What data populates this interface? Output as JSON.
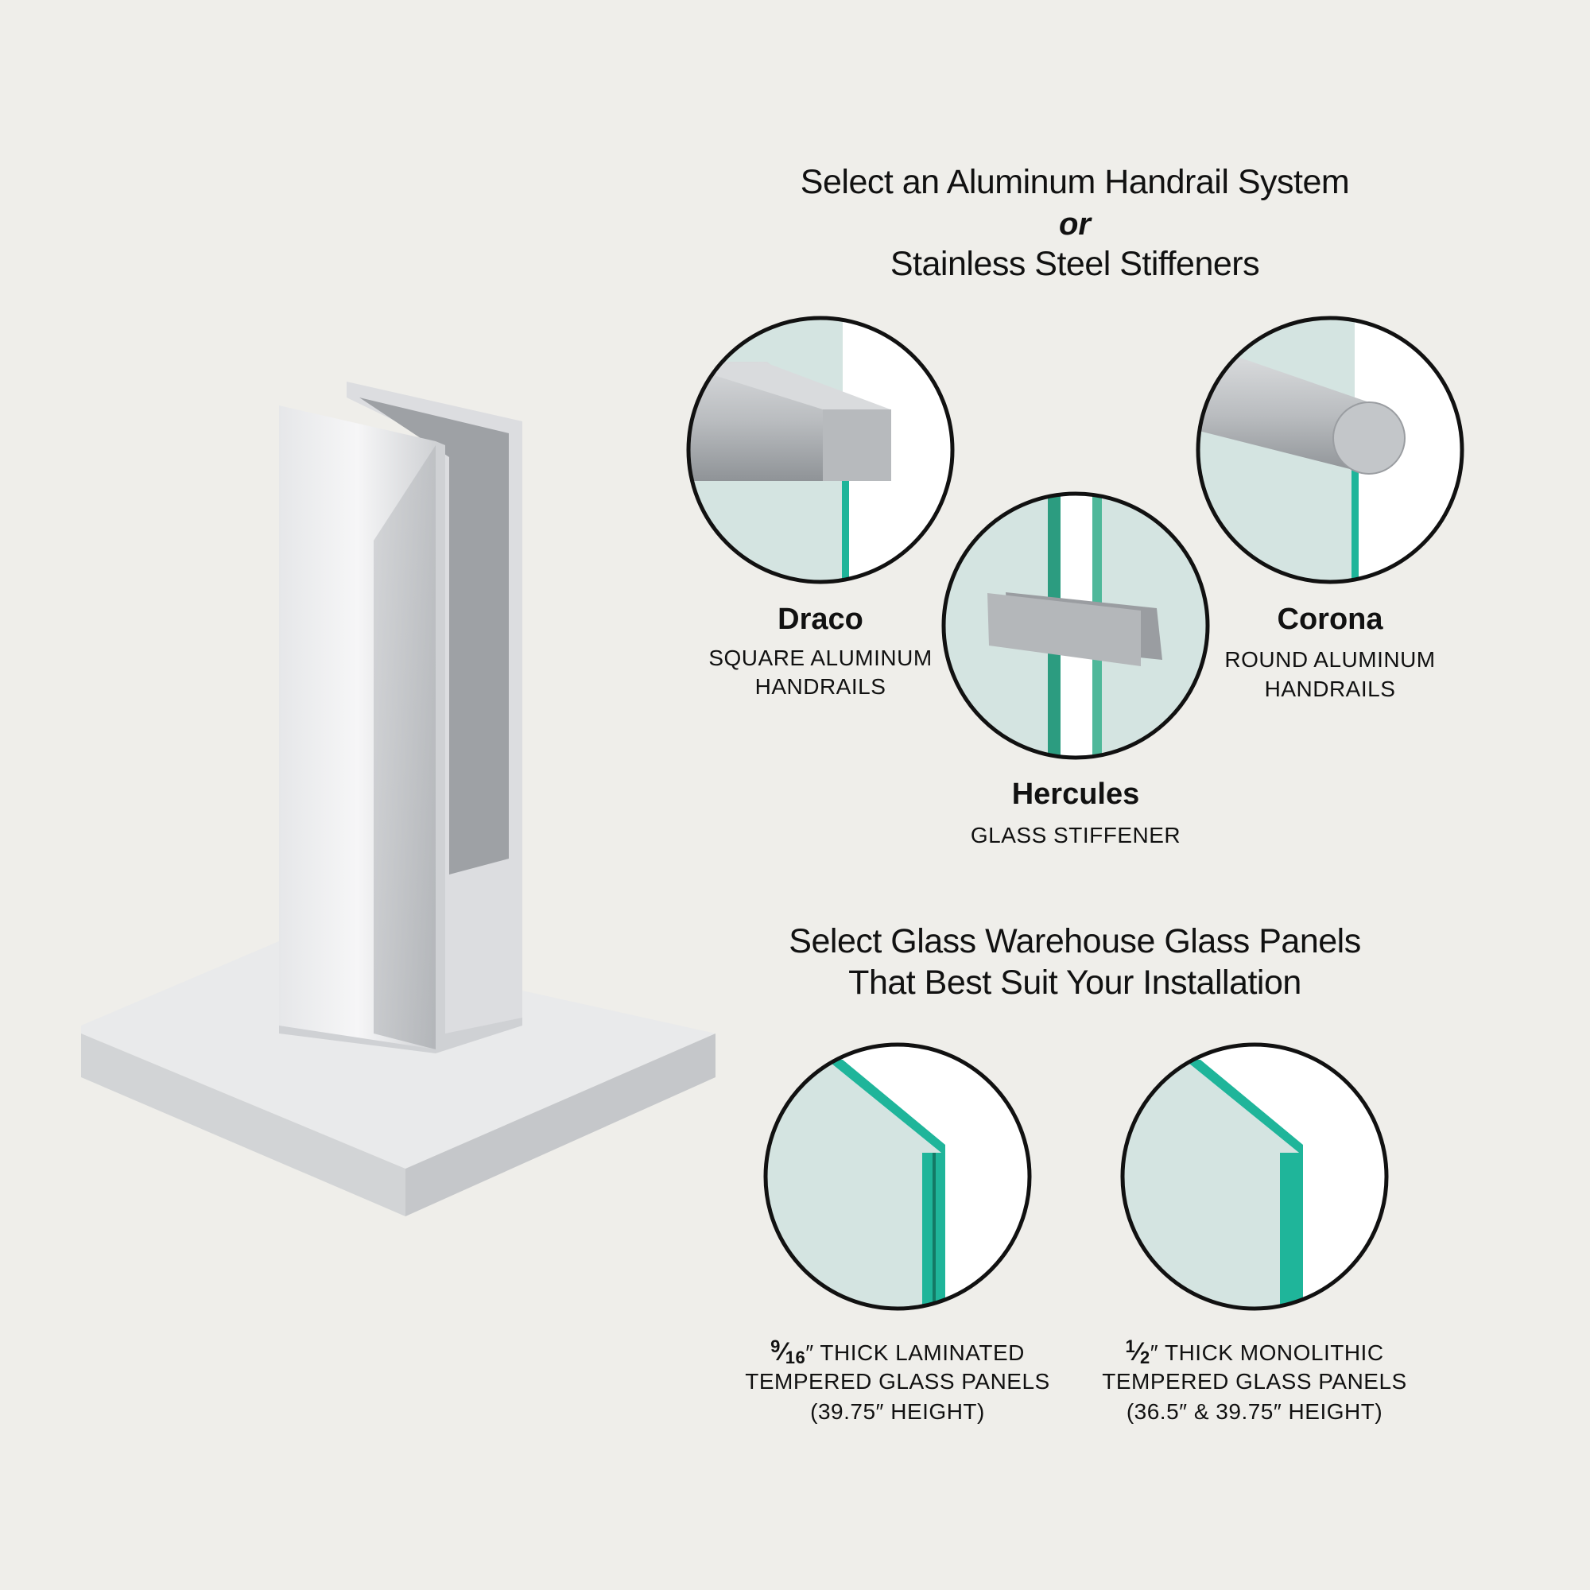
{
  "header": {
    "line1": "Select an Aluminum Handrail System",
    "line2": "or",
    "line3": "Stainless Steel Stiffeners"
  },
  "options": [
    {
      "name": "Draco",
      "sub1": "SQUARE ALUMINUM",
      "sub2": "HANDRAILS"
    },
    {
      "name": "Hercules",
      "sub1": "GLASS STIFFENER"
    },
    {
      "name": "Corona",
      "sub1": "ROUND ALUMINUM",
      "sub2": "HANDRAILS"
    }
  ],
  "glass_header": {
    "line1": "Select Glass Warehouse Glass Panels",
    "line2": "That Best Suit Your Installation"
  },
  "glass_panels": [
    {
      "frac_num": "9",
      "frac_den": "16",
      "line1_rest": "″ THICK LAMINATED",
      "line2": "TEMPERED GLASS PANELS",
      "line3": "(39.75″ HEIGHT)"
    },
    {
      "frac_num": "1",
      "frac_den": "2",
      "line1_rest": "″ THICK MONOLITHIC",
      "line2": "TEMPERED GLASS PANELS",
      "line3": "(36.5″ & 39.75″ HEIGHT)"
    }
  ],
  "colors": {
    "background": "#efeeea",
    "glass": "#d4e4e1",
    "glass_edge": "#1fb59a",
    "ring": "#111111"
  }
}
